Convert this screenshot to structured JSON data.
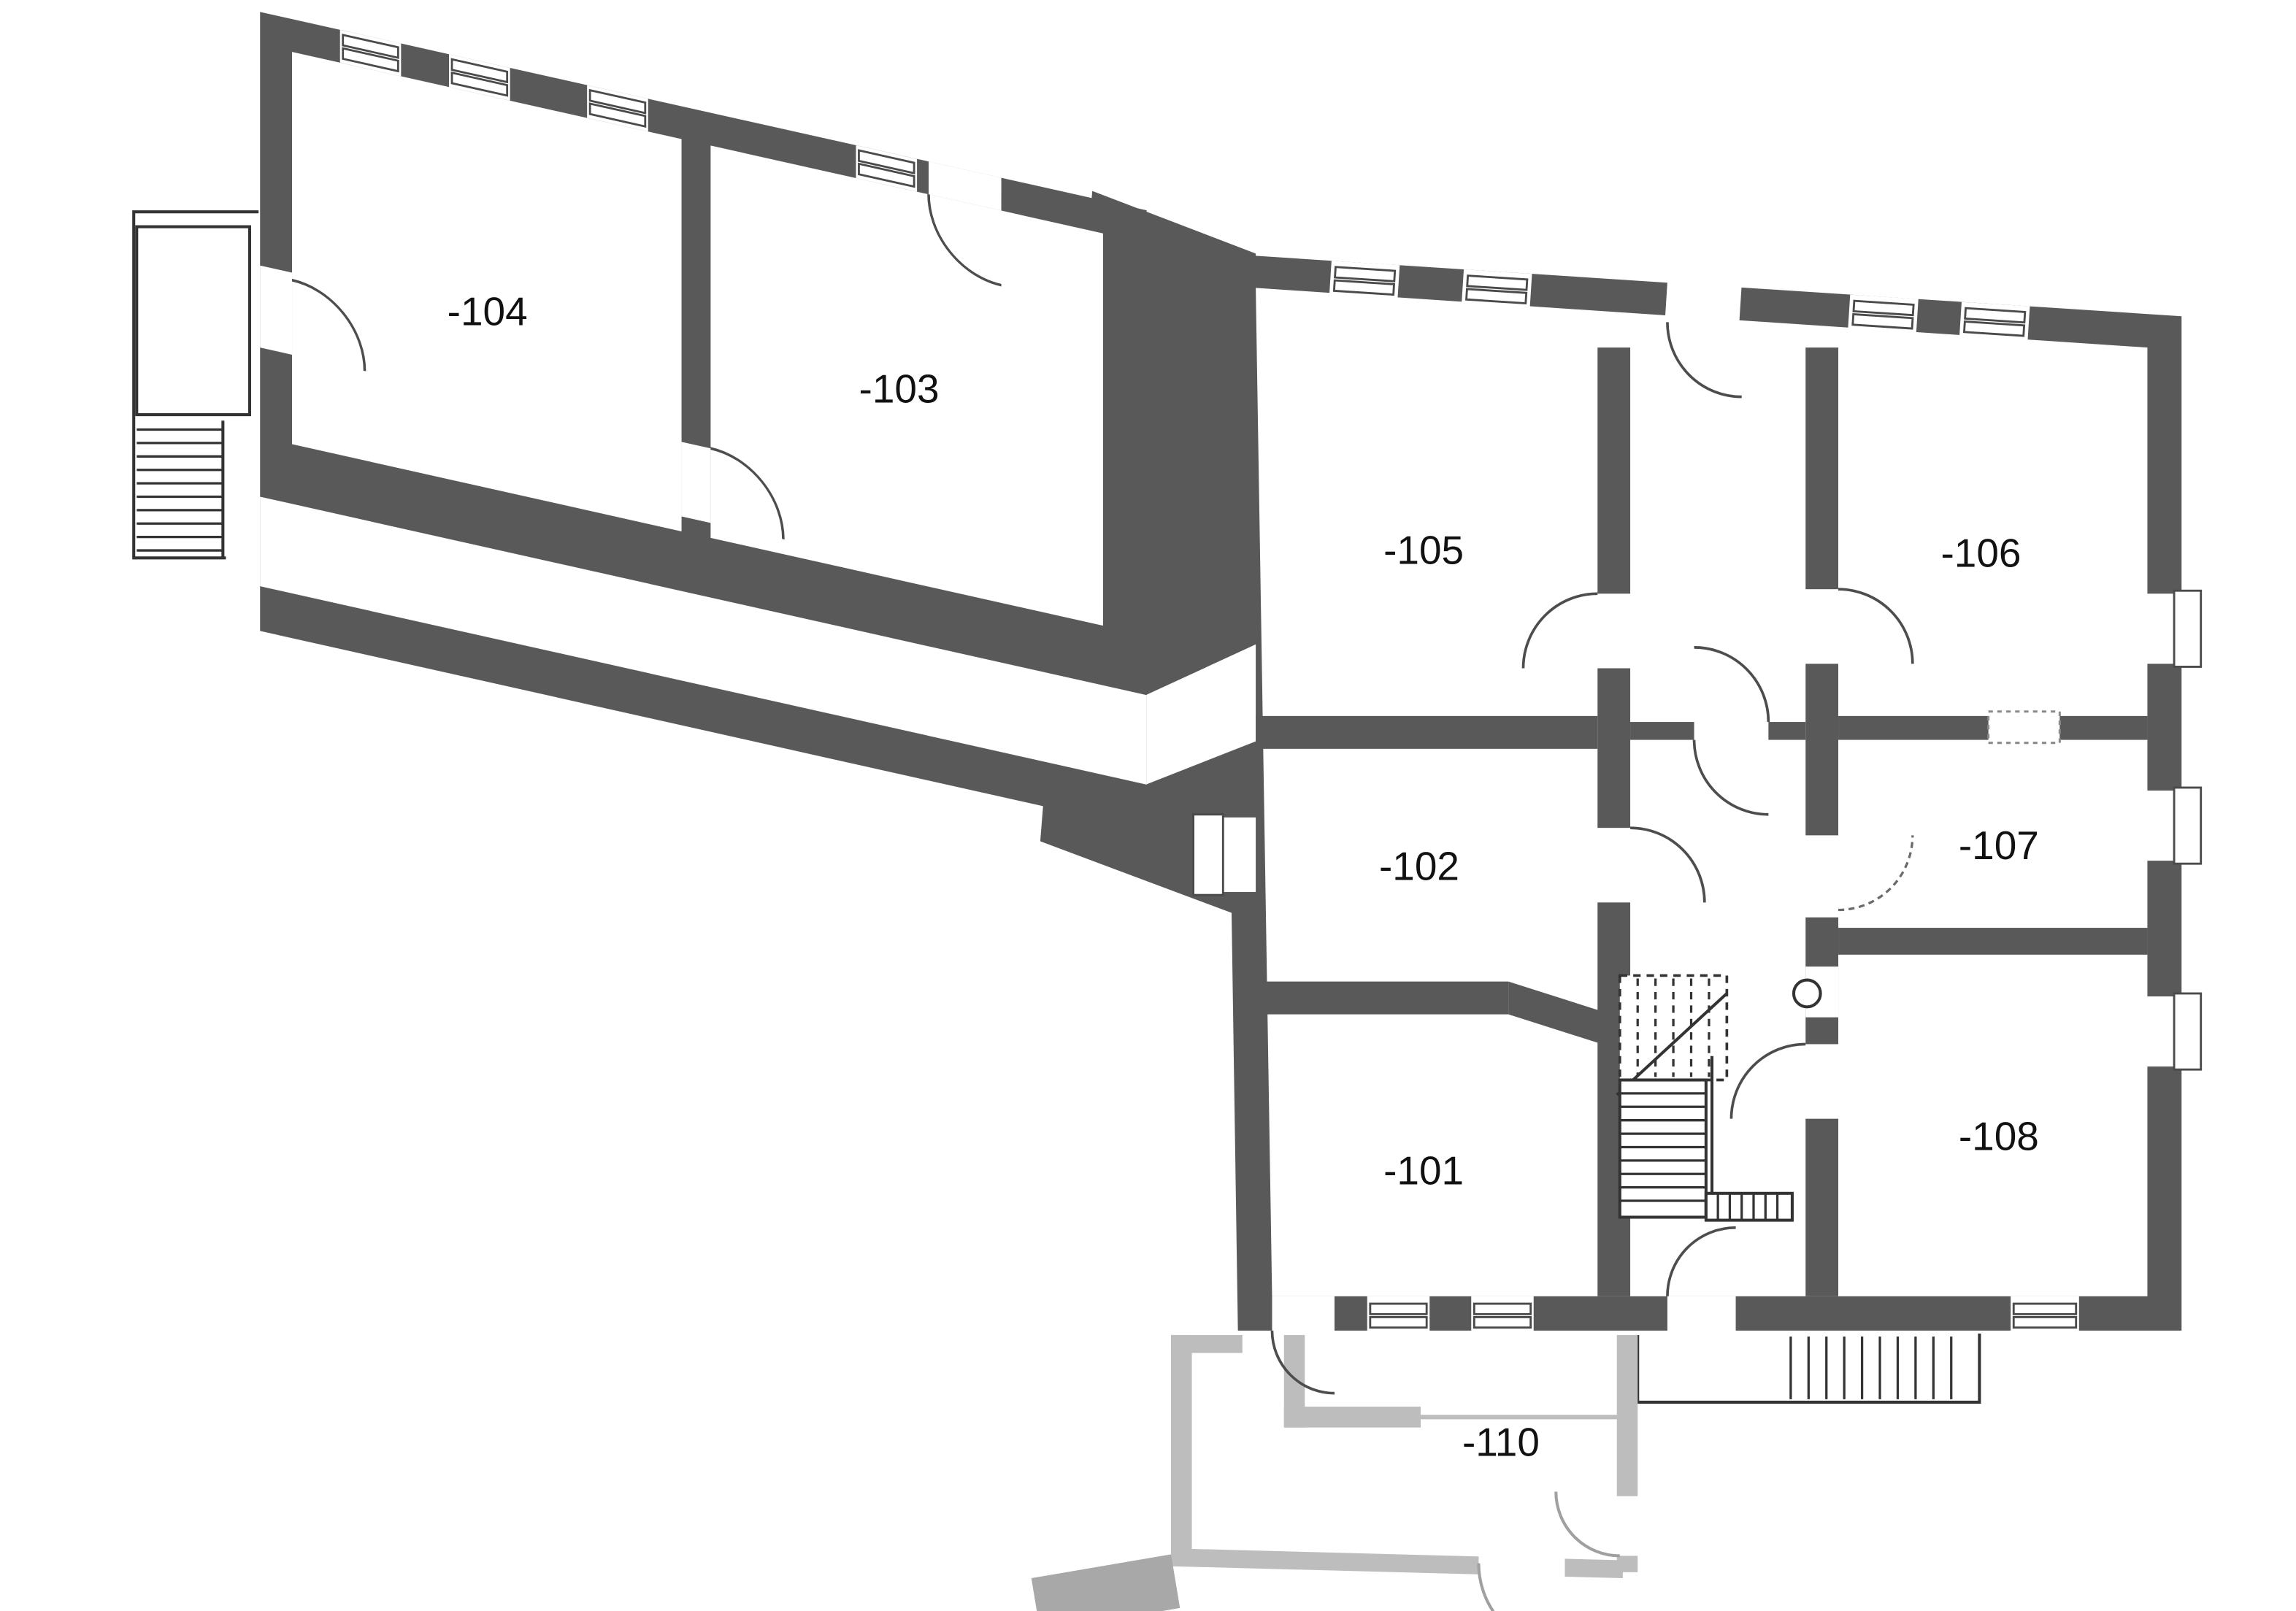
{
  "floorplan": {
    "type": "architectural-floor-plan",
    "background": "#ffffff",
    "colors": {
      "wall": "#595959",
      "detail_line": "#333333",
      "annex_wall": "#bdbdbd",
      "chimney": "#a8a8a8",
      "label_text": "#111111"
    },
    "wings": [
      {
        "name": "north-west-wing",
        "rooms": [
          "-104",
          "-103"
        ],
        "features": [
          "corridor",
          "exterior-stairs-west"
        ]
      },
      {
        "name": "main-building",
        "rooms": [
          "-105",
          "-106",
          "-102",
          "-107",
          "-101",
          "-108"
        ],
        "features": [
          "central-hallway",
          "interior-stairs",
          "exterior-stairs-south"
        ]
      },
      {
        "name": "south-annex",
        "rooms": [
          "-110"
        ],
        "features": [
          "chimney"
        ]
      }
    ],
    "rooms": [
      {
        "label": "-104"
      },
      {
        "label": "-103"
      },
      {
        "label": "-105"
      },
      {
        "label": "-106"
      },
      {
        "label": "-102"
      },
      {
        "label": "-107"
      },
      {
        "label": "-101"
      },
      {
        "label": "-108"
      },
      {
        "label": "-110"
      }
    ]
  }
}
